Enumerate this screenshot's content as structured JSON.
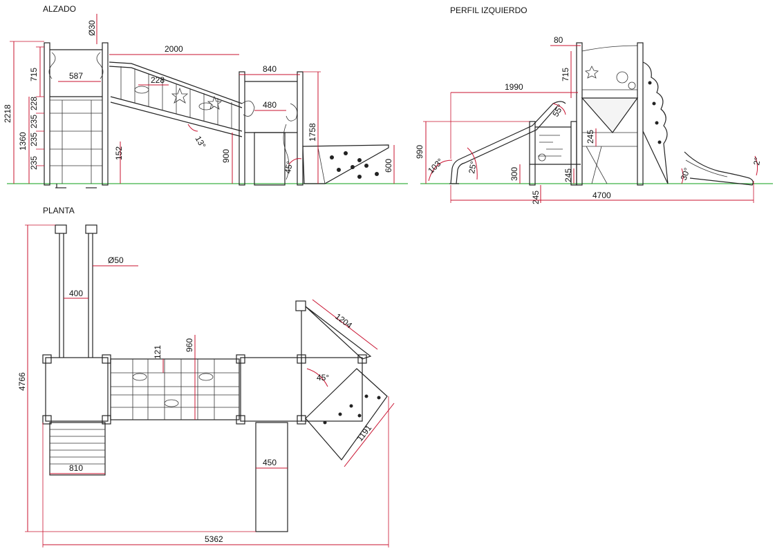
{
  "colors": {
    "dimension": "#c8102e",
    "ground": "#3cb043",
    "object": "#222222",
    "background": "#ffffff"
  },
  "views": {
    "alzado": {
      "title": "ALZADO",
      "dims": {
        "d2218": "2218",
        "d1360": "1360",
        "d715": "715",
        "d228a": "228",
        "d235a": "235",
        "d235b": "235",
        "d235c": "235",
        "d30": "Ø30",
        "d587": "587",
        "d2000": "2000",
        "d228b": "228",
        "d13": "13°",
        "d152": "152",
        "d900": "900",
        "d840": "840",
        "d480": "480",
        "d1758": "1758",
        "d45": "45°",
        "d600": "600"
      }
    },
    "perfil": {
      "title": "PERFIL IZQUIERDO",
      "dims": {
        "d80": "80",
        "d715": "715",
        "d1990": "1990",
        "d55": "55°",
        "d990": "990",
        "d103": "103°",
        "d25": "25°",
        "d300": "300",
        "d245a": "245",
        "d245b": "245",
        "d245c": "245",
        "d4700": "4700",
        "d30": "30°",
        "d2": "2°"
      }
    },
    "planta": {
      "title": "PLANTA",
      "dims": {
        "d50": "Ø50",
        "d400": "400",
        "d4766": "4766",
        "d121": "121",
        "d960": "960",
        "d1204": "1204",
        "d45": "45°",
        "d1191": "1191",
        "d810": "810",
        "d450": "450",
        "d5362": "5362"
      }
    }
  }
}
